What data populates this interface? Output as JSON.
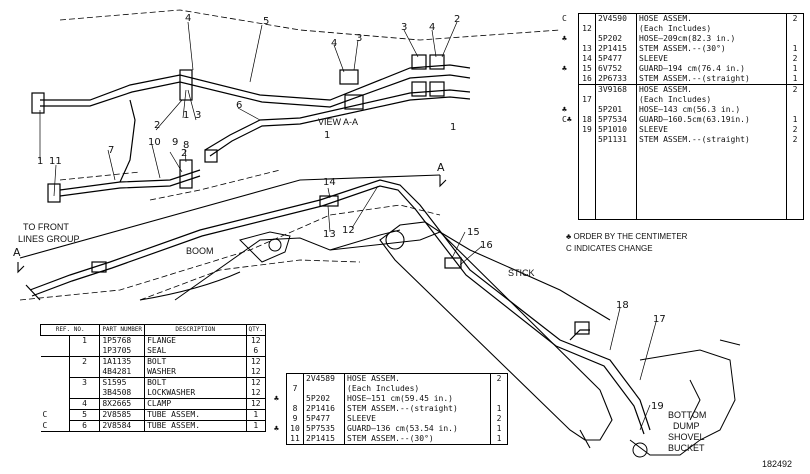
{
  "diagram_labels": {
    "view": "VIEW A-A",
    "to_front_1": "TO FRONT",
    "to_front_2": "LINES GROUP",
    "boom": "BOOM",
    "stick": "STICK",
    "bottom_1": "BOTTOM",
    "bottom_2": "DUMP",
    "bottom_3": "SHOVEL",
    "bottom_4": "BUCKET",
    "section_a1": "A",
    "section_a2": "A",
    "figure_no": "182492"
  },
  "callouts": {
    "n1a": "1",
    "n1b": "1",
    "n1c": "1",
    "n2a": "2",
    "n2b": "2",
    "n2c": "2",
    "n3a": "3",
    "n3b": "3",
    "n4a": "4",
    "n4b": "4",
    "n4c": "4",
    "n5": "5",
    "n6": "6",
    "n7": "7",
    "n8": "8",
    "n9": "9",
    "n10": "10",
    "n11": "11",
    "n12": "12",
    "n13": "13",
    "n14": "14",
    "n15": "15",
    "n16": "16",
    "n17": "17",
    "n18": "18",
    "n19": "19"
  },
  "legend": {
    "order": "ORDER BY THE CENTIMETER",
    "change": "C INDICATES CHANGE"
  },
  "main_table": {
    "headers": {
      "ref": "REF. NO.",
      "part": "PART NUMBER",
      "desc": "DESCRIPTION",
      "qty": "QTY."
    },
    "rows": [
      {
        "mark": "",
        "ref": "1",
        "part": "1P5768",
        "desc": "FLANGE",
        "qty": "12"
      },
      {
        "mark": "",
        "ref": "",
        "part": "1P3705",
        "desc": "SEAL",
        "qty": "6"
      },
      {
        "mark": "",
        "ref": "2",
        "part": "1A1135",
        "desc": "BOLT",
        "qty": "12"
      },
      {
        "mark": "",
        "ref": "",
        "part": "4B4281",
        "desc": "WASHER",
        "qty": "12"
      },
      {
        "mark": "",
        "ref": "3",
        "part": "S1595",
        "desc": "BOLT",
        "qty": "12"
      },
      {
        "mark": "",
        "ref": "",
        "part": "3B4508",
        "desc": "LOCKWASHER",
        "qty": "12"
      },
      {
        "mark": "",
        "ref": "4",
        "part": "8X2665",
        "desc": "CLAMP",
        "qty": "12"
      },
      {
        "mark": "C",
        "ref": "5",
        "part": "2V8585",
        "desc": "TUBE ASSEM.",
        "qty": "1"
      },
      {
        "mark": "C",
        "ref": "6",
        "part": "2V8584",
        "desc": "TUBE ASSEM.",
        "qty": "1"
      }
    ]
  },
  "mid_table": {
    "rows": [
      {
        "mark": "",
        "ref": "",
        "part": "2V4589",
        "desc": "HOSE ASSEM.",
        "qty": "2"
      },
      {
        "mark": "",
        "ref": "7",
        "part": "",
        "desc": "(Each Includes)",
        "qty": ""
      },
      {
        "mark": "♣",
        "ref": "",
        "part": "5P202",
        "desc": "HOSE—151 cm(59.45 in.)",
        "qty": ""
      },
      {
        "mark": "",
        "ref": "8",
        "part": "2P1416",
        "desc": "STEM ASSEM.--(straight)",
        "qty": "1"
      },
      {
        "mark": "",
        "ref": "9",
        "part": "5P477",
        "desc": "SLEEVE",
        "qty": "2"
      },
      {
        "mark": "♣",
        "ref": "10",
        "part": "5P7535",
        "desc": "GUARD—136 cm(53.54 in.)",
        "qty": "1"
      },
      {
        "mark": "",
        "ref": "11",
        "part": "2P1415",
        "desc": "STEM ASSEM.--(30°)",
        "qty": "1"
      }
    ]
  },
  "right_table": {
    "rows": [
      {
        "mark": "C",
        "ref": "",
        "part": "2V4590",
        "desc": "HOSE ASSEM.",
        "qty": "2"
      },
      {
        "mark": "",
        "ref": "12",
        "part": "",
        "desc": "(Each Includes)",
        "qty": ""
      },
      {
        "mark": "♣",
        "ref": "",
        "part": "5P202",
        "desc": "HOSE—209cm(82.3 in.)",
        "qty": ""
      },
      {
        "mark": "",
        "ref": "13",
        "part": "2P1415",
        "desc": "STEM ASSEM.--(30°)",
        "qty": "1"
      },
      {
        "mark": "",
        "ref": "14",
        "part": "5P477",
        "desc": "SLEEVE",
        "qty": "2"
      },
      {
        "mark": "♣",
        "ref": "15",
        "part": "6V752",
        "desc": "GUARD—194 cm(76.4 in.)",
        "qty": "1"
      },
      {
        "mark": "",
        "ref": "16",
        "part": "2P6733",
        "desc": "STEM ASSEM.--(straight)",
        "qty": "1"
      },
      {
        "mark": "",
        "ref": "",
        "part": "3V9168",
        "desc": "HOSE ASSEM.",
        "qty": "2"
      },
      {
        "mark": "",
        "ref": "17",
        "part": "",
        "desc": "(Each Includes)",
        "qty": ""
      },
      {
        "mark": "♣",
        "ref": "",
        "part": "5P201",
        "desc": "HOSE—143 cm(56.3 in.)",
        "qty": ""
      },
      {
        "mark": "C♣",
        "ref": "18",
        "part": "5P7534",
        "desc": "GUARD—160.5cm(63.19in.)",
        "qty": "1"
      },
      {
        "mark": "",
        "ref": "19",
        "part": "5P1010",
        "desc": "SLEEVE",
        "qty": "2"
      },
      {
        "mark": "",
        "ref": "",
        "part": "5P1131",
        "desc": "STEM ASSEM.--(straight)",
        "qty": "2"
      }
    ]
  }
}
